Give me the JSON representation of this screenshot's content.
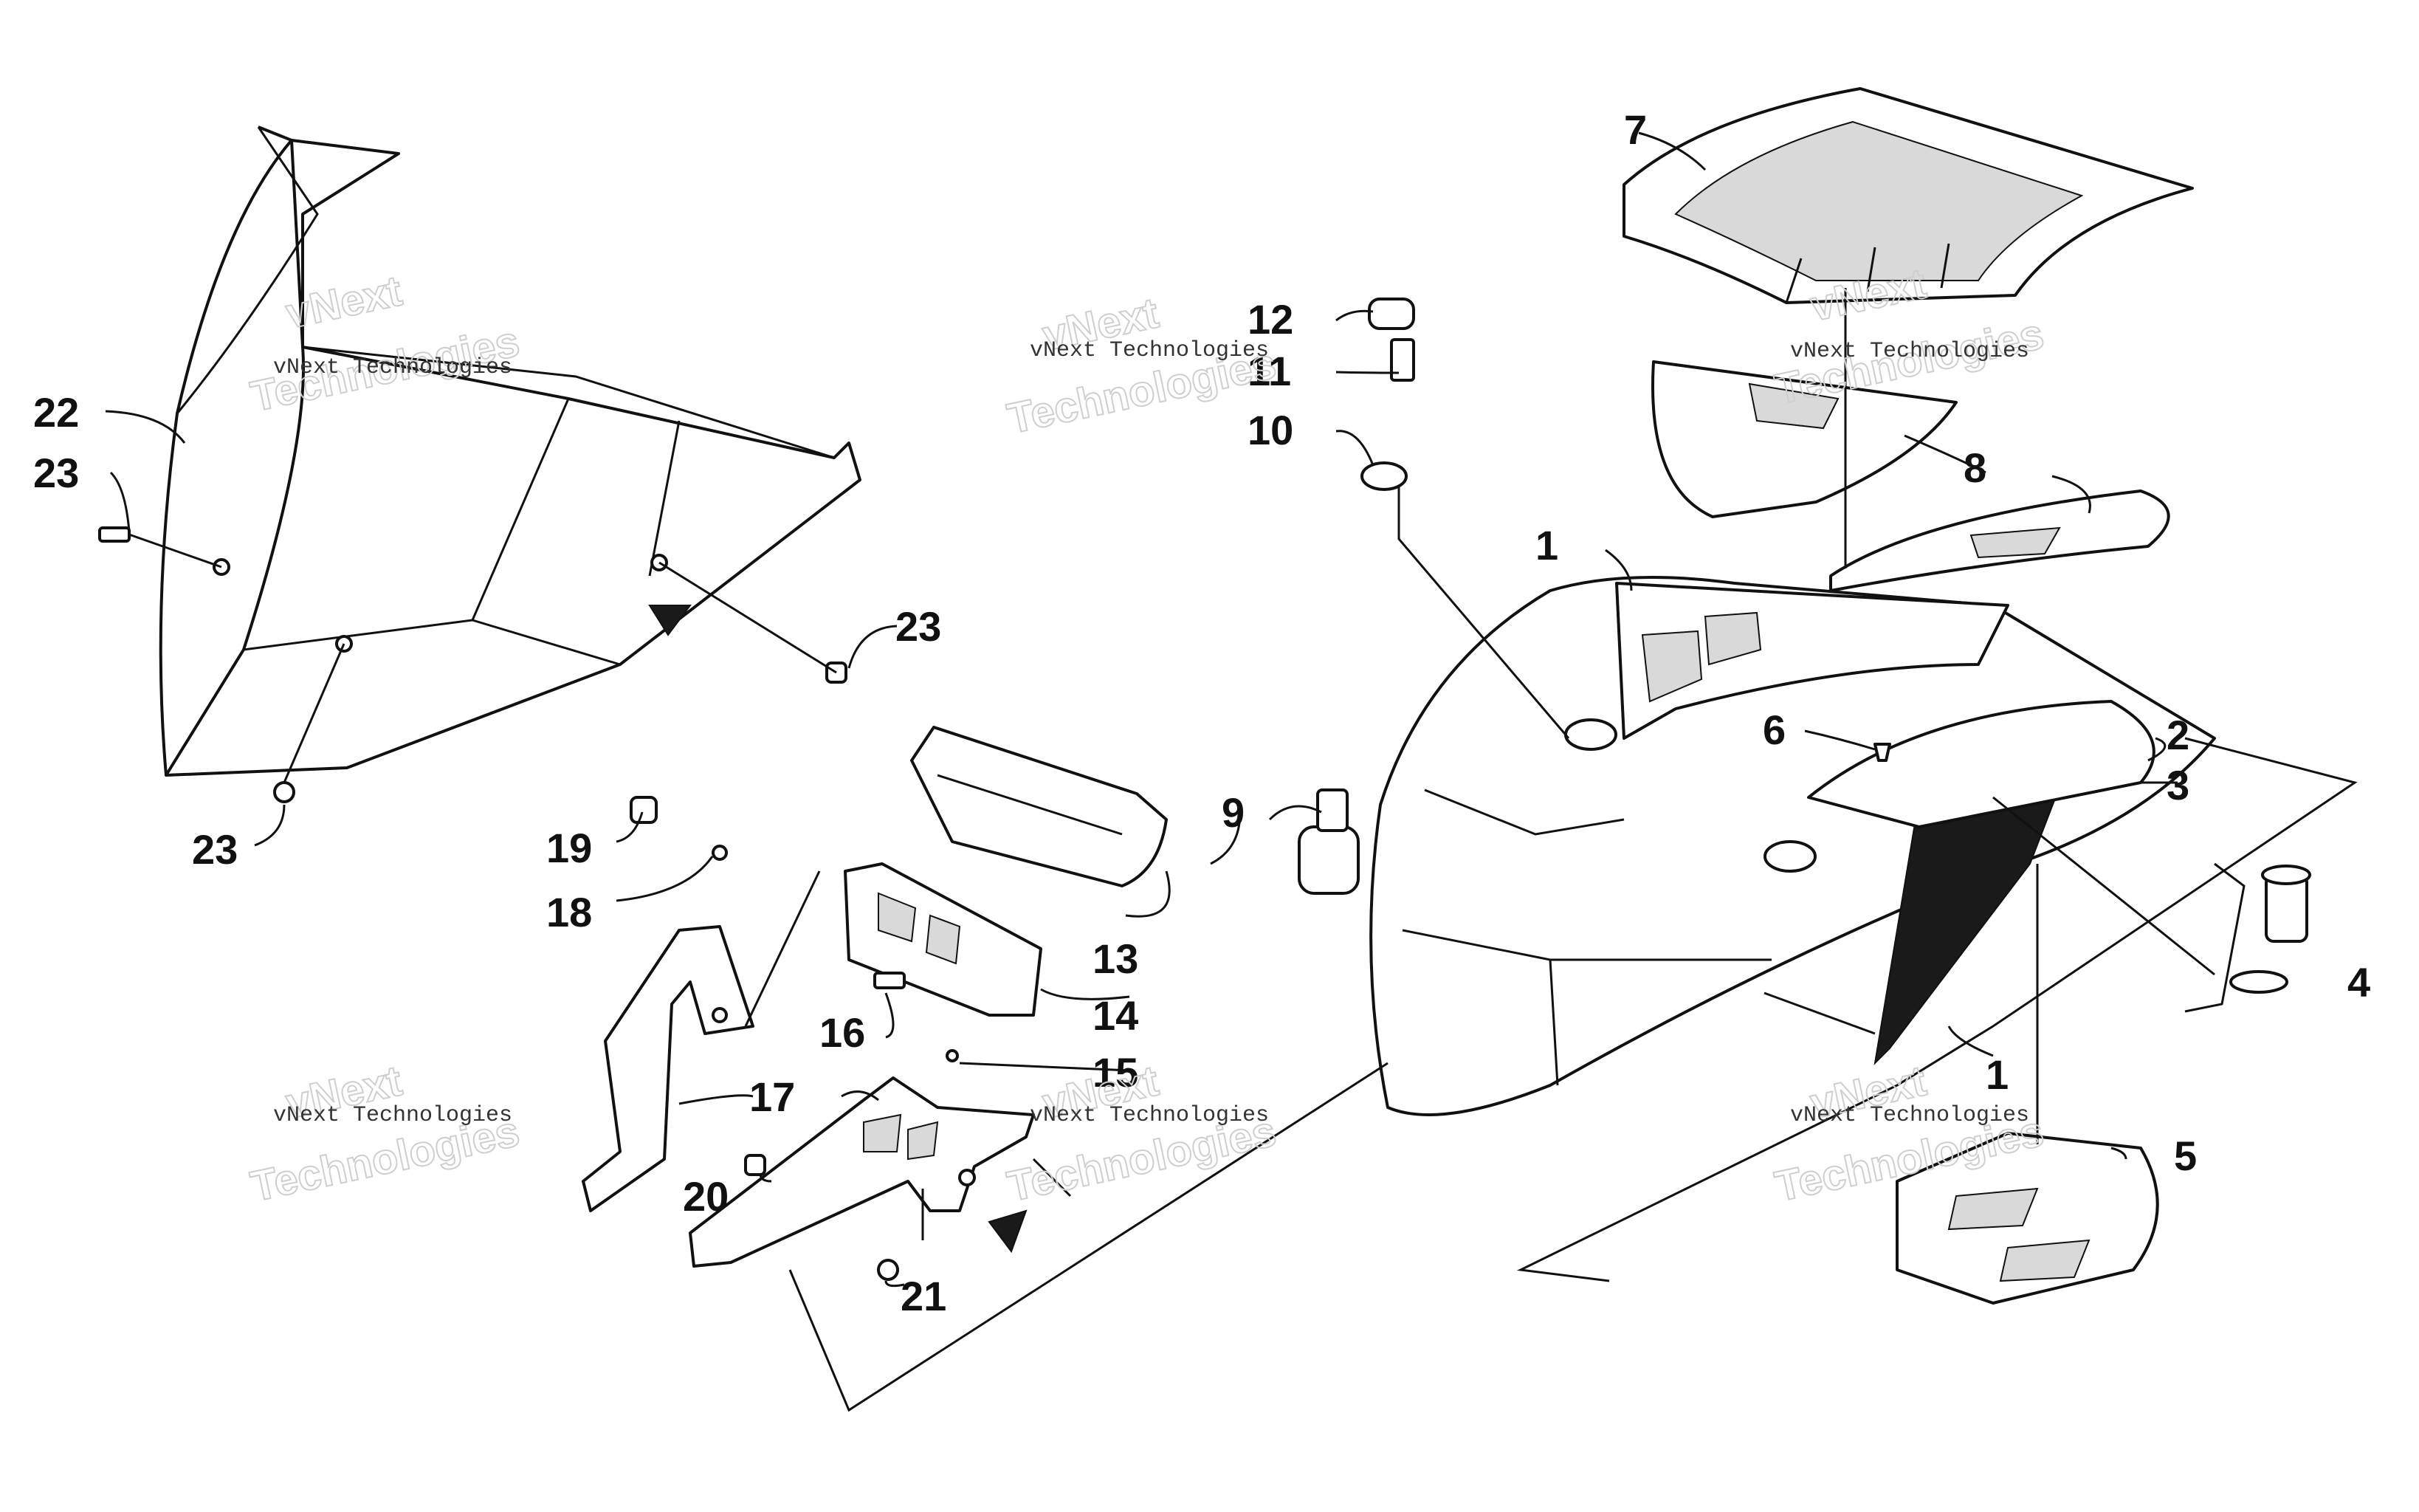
{
  "callouts": {
    "c1a": "1",
    "c1b": "1",
    "c2": "2",
    "c3": "3",
    "c4": "4",
    "c5": "5",
    "c6": "6",
    "c7": "7",
    "c8": "8",
    "c9": "9",
    "c10": "10",
    "c11": "11",
    "c12": "12",
    "c13": "13",
    "c14": "14",
    "c15": "15",
    "c16": "16",
    "c17": "17",
    "c18": "18",
    "c19": "19",
    "c20": "20",
    "c21": "21",
    "c22": "22",
    "c23a": "23",
    "c23b": "23",
    "c23c": "23"
  },
  "watermark": {
    "line1": "vNext Technologies",
    "line2": "vNext",
    "line3": "Technologies"
  }
}
